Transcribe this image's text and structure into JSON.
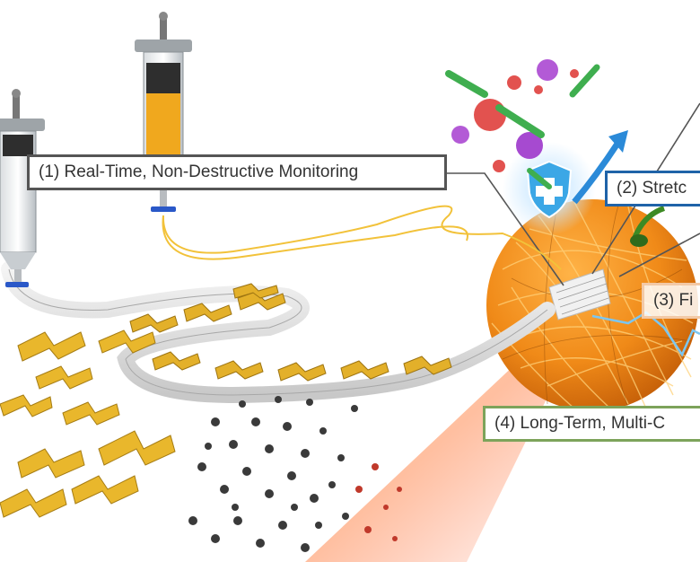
{
  "labels": {
    "l1": "(1) Real-Time, Non-Destructive Monitoring",
    "l2": "(2) Stretc",
    "l3": "(3) Fi",
    "l4": "(4) Long-Term, Multi-C"
  },
  "colors": {
    "orange": "#f08a18",
    "gold": "#e3b02a",
    "shield": "#3ba7e6",
    "box1": "#555555",
    "box2": "#1f63a8",
    "box3": "#f3c9a6",
    "box4": "#7da35a"
  },
  "icons": [
    "syringe-icon",
    "shield-plus-icon",
    "up-arrow-icon",
    "virus-icon",
    "bacteria-icon",
    "orange-fruit-icon"
  ]
}
